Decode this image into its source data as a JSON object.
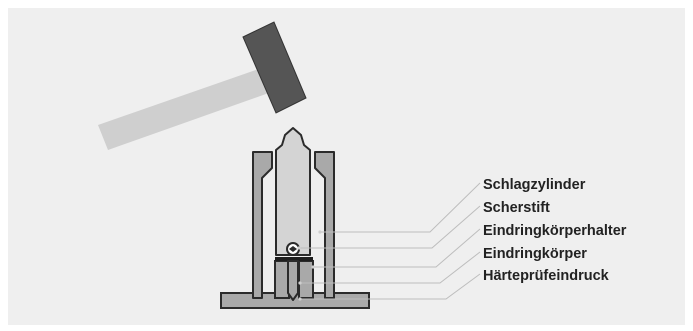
{
  "labels": {
    "schlagzylinder": "Schlagzylinder",
    "scherstift": "Scherstift",
    "eindringkoerperhalter": "Eindringkörperhalter",
    "eindringkoerper": "Eindringkörper",
    "haertepruefeindruck": "Härteprüfeindruck"
  },
  "colors": {
    "background_panel": "#efefef",
    "outline": "#2b2b2b",
    "housing_fill": "#a9a9a9",
    "cylinder_fill": "#d4d4d4",
    "hammer_head": "#555555",
    "hammer_handle": "#cfcfcf",
    "leader_line": "#bdbdbd",
    "label_text": "#222222"
  }
}
